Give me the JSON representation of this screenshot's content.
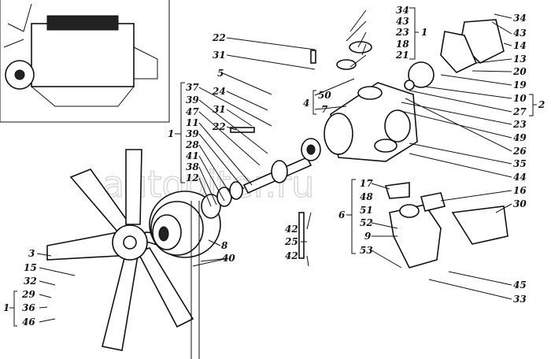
{
  "watermark": "autopiter.ru",
  "labels": {
    "tube_group": [
      "22",
      "31",
      "5",
      "24",
      "31",
      "22"
    ],
    "shaft_group": [
      "37",
      "39",
      "47",
      "11",
      "39",
      "28",
      "41",
      "38",
      "12"
    ],
    "shaft_group_assembly": "1",
    "cover_group": [
      "34",
      "43",
      "23",
      "18",
      "21"
    ],
    "cover_group_assembly": "1",
    "housing_group": [
      "50",
      "7"
    ],
    "housing_group_assembly": "4",
    "right_column": [
      "34",
      "43",
      "14",
      "13",
      "20",
      "19",
      "10",
      "27",
      "23",
      "49",
      "26",
      "35",
      "44",
      "16",
      "30",
      "45",
      "33"
    ],
    "impeller_group_assembly": "2",
    "bracket_group": [
      "17",
      "48",
      "51",
      "52",
      "9",
      "53"
    ],
    "bracket_group_assembly": "6",
    "hose_group": [
      "42",
      "25",
      "42"
    ],
    "pulley": "8",
    "belts": "40",
    "fan_group": [
      "3",
      "15",
      "32"
    ],
    "fan_fastener_group": [
      "29",
      "36",
      "46"
    ],
    "fan_fastener_assembly": "1"
  }
}
